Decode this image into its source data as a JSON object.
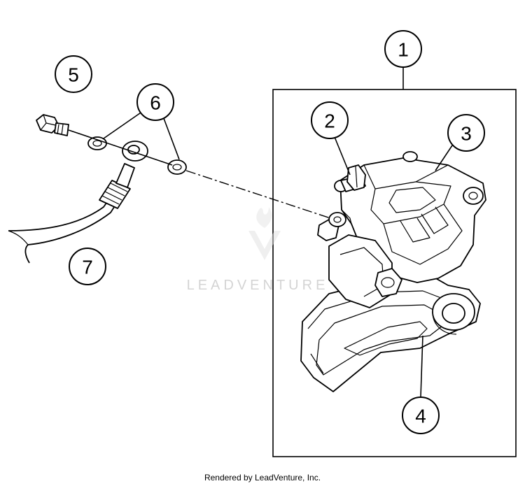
{
  "callouts": [
    {
      "id": "1",
      "label": "1"
    },
    {
      "id": "2",
      "label": "2"
    },
    {
      "id": "3",
      "label": "3"
    },
    {
      "id": "4",
      "label": "4"
    },
    {
      "id": "5",
      "label": "5"
    },
    {
      "id": "6",
      "label": "6"
    },
    {
      "id": "7",
      "label": "7"
    }
  ],
  "watermark": "LEADVENTURE",
  "credit": "Rendered by LeadVenture, Inc.",
  "colors": {
    "line": "#000000",
    "background": "#ffffff",
    "watermark": "#d4d4d4"
  }
}
